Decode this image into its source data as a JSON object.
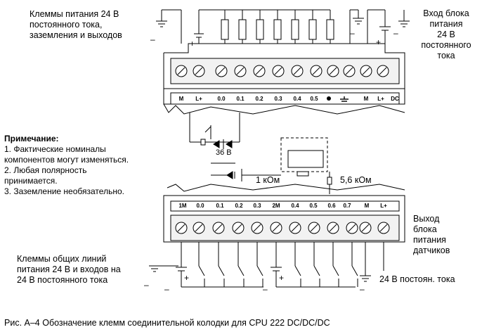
{
  "labels": {
    "top_left": [
      "Клеммы питания 24 В",
      "постоянного тока,",
      "заземления и выходов"
    ],
    "top_right": [
      "Вход блока",
      "питания",
      "24 В",
      "постоянного",
      "тока"
    ],
    "bottom_right": [
      "Выход",
      "блока",
      "питания",
      "датчиков"
    ],
    "bottom_left": [
      "Клеммы общих линий",
      "питания 24 В и входов на",
      "24 В постоянного  тока"
    ],
    "bottom_dc": "24 В постоян. тока",
    "res_1k": "1 кОм",
    "res_56k": "5,6 кОм",
    "zener": "36 В"
  },
  "note": {
    "title": "Примечание:",
    "lines": [
      "1. Фактические номиналы",
      "компонентов могут изменяться.",
      "2. Любая полярность",
      "принимается.",
      "3. Заземление необязательно."
    ]
  },
  "top_terminals": [
    "M",
    "L+",
    "0.0",
    "0.1",
    "0.2",
    "0.3",
    "0.4",
    "0.5",
    "",
    "",
    "M",
    "L+",
    "DC"
  ],
  "bottom_terminals": [
    "1M",
    "0.0",
    "0.1",
    "0.2",
    "0.3",
    "2M",
    "0.4",
    "0.5",
    "0.6",
    "0.7",
    "M",
    "L+"
  ],
  "signs": {
    "plus": "+",
    "minus": "–"
  },
  "caption": "Рис. А–4  Обозначение клемм соединительной колодки для CPU 222 DC/DC/DC"
}
